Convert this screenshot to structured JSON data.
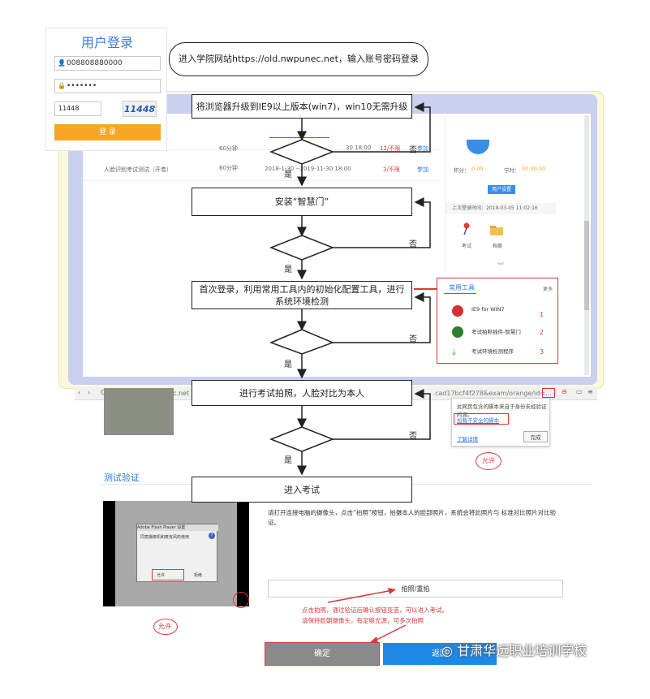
{
  "login": {
    "title": "用户登录",
    "username": "008808880000",
    "password": "•••••••",
    "captcha_input": "11448",
    "captcha_image": "11448",
    "button": "登 录"
  },
  "bubble": "进入学院网站https://old.nwpunec.net，输入账号密码登录",
  "flow": {
    "step1": "将浏览器升级到IE9以上版本(win7)，win10无需升级",
    "step2": "安装“智慧门”",
    "step3": "首次登录，利用常用工具内的初始化配置工具，进行系统环境检测",
    "step4": "进行考试拍照，人脸对比为本人",
    "step5": "进入考试",
    "yes": "是",
    "no": "否"
  },
  "bg_table": {
    "row1": {
      "name": "人脸识别考试测试（开卷）",
      "duration": "60分钟",
      "time": "2018-1-30 --2019-11-30 18:00",
      "count": "3/不限",
      "action": "参加"
    },
    "row0_partial": {
      "duration": "60分钟",
      "time": "30 18:00",
      "count": "12/不限",
      "action": "参加"
    }
  },
  "side": {
    "points_label": "积分：",
    "points": "0.00",
    "hours_label": "学时：",
    "hours": "00:00:00",
    "settings_button": "用户设置",
    "last_login": "上次登录时间：2019-03-05 11:02:16",
    "exam_label": "考试",
    "file_label": "档案"
  },
  "tools": {
    "title": "常用工具",
    "more": "更多",
    "items": [
      {
        "label": "IE9 for WIN7",
        "num": "1"
      },
      {
        "label": "考试拍照插件-智慧门",
        "num": "2"
      },
      {
        "label": "考试环境检测程序",
        "num": "3"
      }
    ]
  },
  "browser": {
    "url": "http://old.nwpunec.net",
    "url_tail": "cad17bcf4f278&exam/orange/id=...",
    "popup_text": "此网页包含的脚本来自于身份未经验证的源。",
    "popup_link": "加载不安全的脚本",
    "popup_learn": "了解详情",
    "popup_done": "完成",
    "allow": "允许"
  },
  "test_verify": {
    "heading": "测试验证",
    "instructions": "请打开连接电脑的摄像头，点击“拍照”按钮，拍摄本人的脸部照片，系统会将此照片与 标准对比照片对比验证。",
    "photo_button": "拍照/重拍",
    "hint_line1": "点击拍照，通过验证后确认按钮变蓝，可以进入考试。",
    "hint_line2": "请保持脸朝摄像头，有足够光源，可多次拍照",
    "flash_title": "Adobe Flash Player 设置",
    "flash_text": "同意摄像机和麦克风的使用",
    "flash_allow": "允许",
    "flash_deny": "拒绝",
    "allow": "允许",
    "confirm": "确定",
    "back": "返回"
  },
  "watermark": "甘肃华远职业培训学校",
  "colors": {
    "accent_blue": "#1e88e5",
    "accent_orange": "#f6a623",
    "accent_red": "#d93a3a",
    "frame_blue": "#c9d0f0",
    "frame_yellow": "#fbf8dc"
  }
}
